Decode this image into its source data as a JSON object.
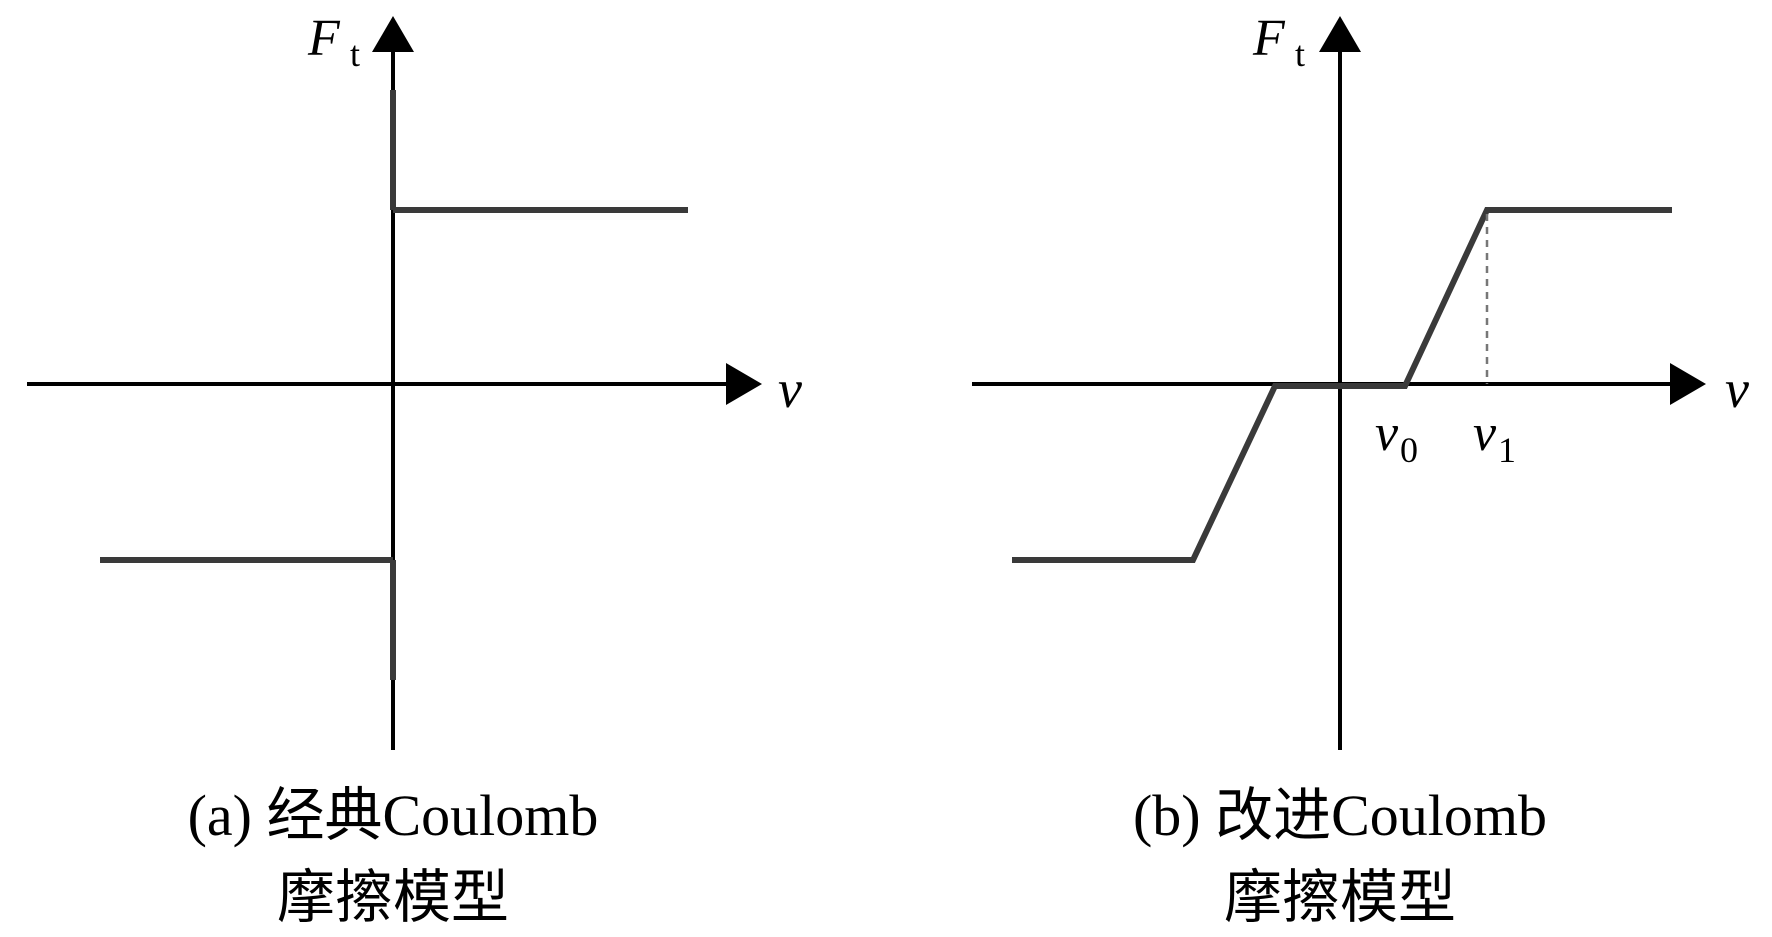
{
  "panel_a": {
    "y_axis_label": "F",
    "y_axis_sub": "t",
    "x_axis_label": "v",
    "caption_line1": "(a) 经典Coulomb",
    "caption_line2": "摩擦模型"
  },
  "panel_b": {
    "y_axis_label": "F",
    "y_axis_sub": "t",
    "x_axis_label": "v",
    "v0_label": "v",
    "v0_sub": "0",
    "v1_label": "v",
    "v1_sub": "1",
    "caption_line1": "(b) 改进Coulomb",
    "caption_line2": "摩擦模型"
  }
}
